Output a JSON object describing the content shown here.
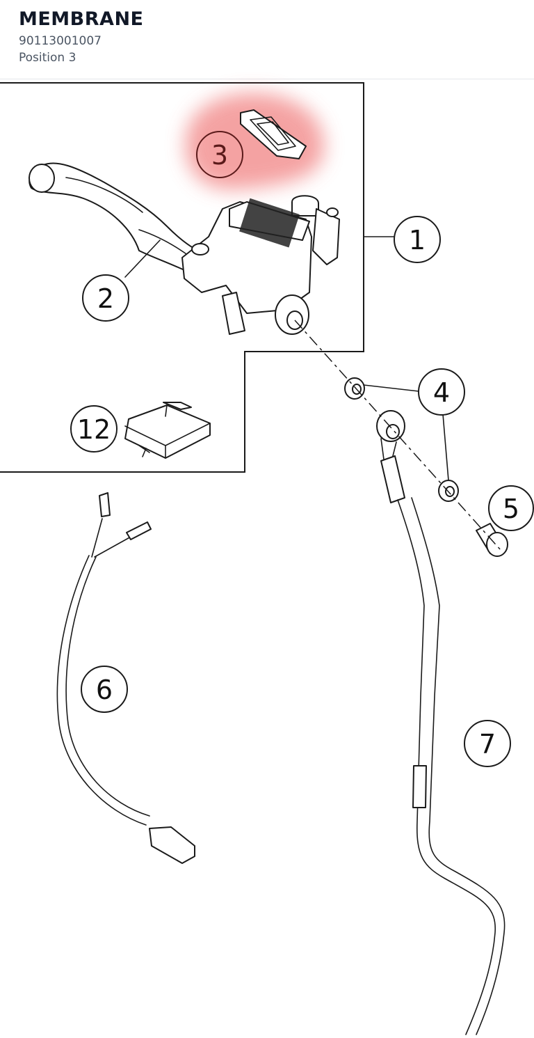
{
  "header": {
    "title": "MEMBRANE",
    "part_number": "90113001007",
    "position": "Position 3"
  },
  "colors": {
    "highlight": "#f28b8b",
    "line": "#1a1a1a",
    "title": "#111827",
    "subtext": "#4b5563"
  },
  "callouts": [
    {
      "label": "1"
    },
    {
      "label": "2"
    },
    {
      "label": "3",
      "highlighted": true
    },
    {
      "label": "4"
    },
    {
      "label": "5"
    },
    {
      "label": "6"
    },
    {
      "label": "7"
    },
    {
      "label": "12"
    }
  ]
}
